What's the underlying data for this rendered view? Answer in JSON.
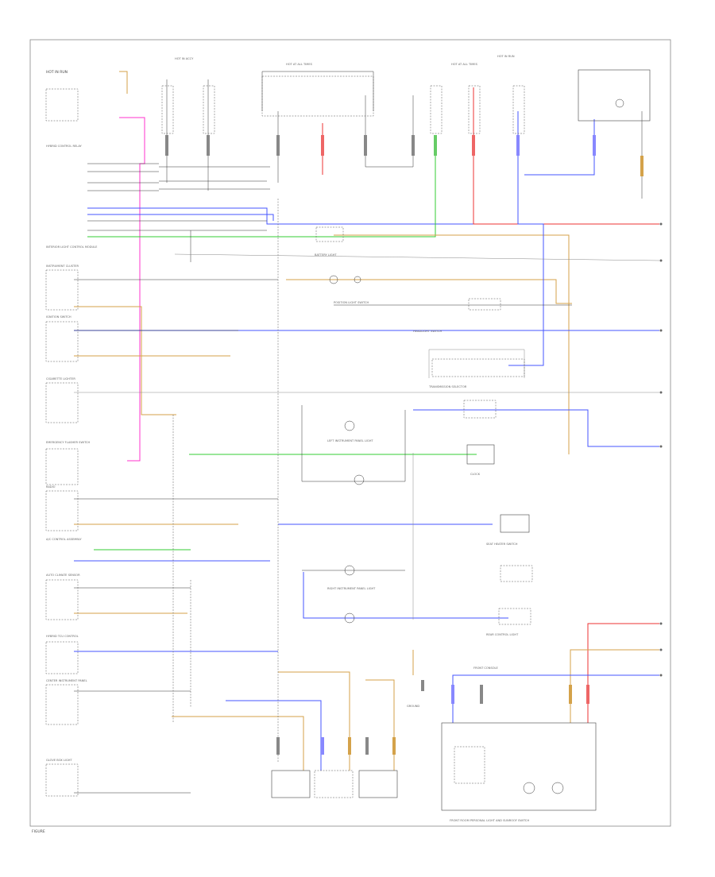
{
  "footer": {
    "code": "FIGURE"
  },
  "labels": {
    "hot_in_run": "HOT IN RUN",
    "hot_at_all_times": "HOT AT ALL TIMES",
    "hot_in_accy_run": "HOT IN ACCY",
    "hot_at_all_times_2": "HOT AT ALL TIMES",
    "hot_in_run_2": "HOT IN RUN",
    "interior_light_control_module": "INTERIOR LIGHT CONTROL MODULE",
    "hybrid_control_relay": "HYBRID CONTROL RELAY",
    "instrument_cluster": "INSTRUMENT CLUSTER",
    "battery_light": "BATTERY LIGHT",
    "headlight_switch": "HEADLIGHT SWITCH",
    "position_light_switch": "POSITION LIGHT SWITCH",
    "ignition_switch": "IGNITION SWITCH",
    "cigarette_lighter": "CIGARETTE LIGHTER",
    "emergency_flasher_switch": "EMERGENCY FLASHER SWITCH",
    "radio": "RADIO",
    "hvac_control": "A/C CONTROL ASSEMBLY",
    "auto_climate": "AUTO CLIMATE SENSOR",
    "hybrid_ecu": "HYBRID TCU CONTROL",
    "center_instrument": "CENTER INSTRUMENT PANEL",
    "clock": "CLOCK",
    "glove_box": "GLOVE BOX LIGHT",
    "left_instrument": "LEFT INSTRUMENT PANEL LIGHT",
    "right_instrument": "RIGHT INSTRUMENT PANEL LIGHT",
    "transmission_selector": "TRANSMISSION SELECTOR",
    "front_console": "FRONT CONSOLE",
    "seat_heater": "SEAT HEATER SWITCH",
    "rear_light": "REAR CONTROL LIGHT",
    "ground": "GROUND",
    "front_room_light": "FRONT ROOM PERSONAL LIGHT AND SUNROOF SWITCH"
  }
}
